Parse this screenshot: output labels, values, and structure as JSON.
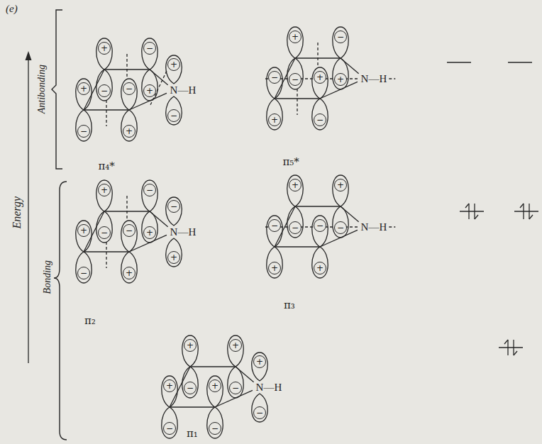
{
  "diagram": {
    "nodes": [
      {
        "text": [
          "+"
        ]
      },
      {
        "text": [
          "−"
        ]
      },
      {
        "text": [
          "−"
        ]
      },
      {
        "text": [
          "+"
        ]
      },
      {
        "text": [
          "+"
        ]
      },
      {
        "text": [
          "−"
        ]
      },
      {
        "text": [
          "+"
        ]
      },
      {
        "text": [
          "−"
        ]
      },
      {
        "text": [
          "−"
        ]
      },
      {
        "text": [
          "+"
        ]
      },
      {
        "text": [
          "+"
        ]
      },
      {
        "text": [
          "−"
        ]
      },
      {
        "text": [
          "−"
        ]
      },
      {
        "text": [
          "+"
        ]
      },
      {
        "text": [
          "−"
        ]
      },
      {
        "text": [
          "+"
        ]
      },
      {
        "text": [
          "+"
        ]
      },
      {
        "text": [
          "−"
        ]
      },
      {
        "text": [
          "+"
        ]
      },
      {
        "text": [
          "−"
        ]
      },
      {
        "text": [
          "−"
        ]
      },
      {
        "text": [
          "+"
        ]
      },
      {
        "text": [
          "−"
        ]
      },
      {
        "text": [
          "+"
        ]
      },
      {
        "text": [
          "+"
        ]
      },
      {
        "text": [
          "−"
        ]
      },
      {
        "text": [
          "−"
        ]
      },
      {
        "text": [
          "+"
        ]
      },
      {
        "text": [
          "+"
        ]
      },
      {
        "text": [
          "−"
        ]
      },
      {
        "text": [
          "+"
        ]
      },
      {
        "text": [
          "−"
        ]
      },
      {
        "text": [
          "−"
        ]
      },
      {
        "text": [
          "+"
        ]
      },
      {
        "text": [
          "−"
        ]
      },
      {
        "text": [
          "+"
        ]
      },
      {
        "text": [
          "+"
        ]
      },
      {
        "text": [
          "−"
        ]
      },
      {
        "text": [
          "+"
        ]
      },
      {
        "text": [
          "−"
        ]
      },
      {
        "text": [
          "+"
        ]
      },
      {
        "text": [
          "−"
        ]
      },
      {
        "text": [
          "+"
        ]
      },
      {
        "text": [
          "−"
        ]
      },
      {
        "text": [
          "+"
        ]
      },
      {
        "text": [
          "−"
        ]
      }
    ],
    "labels": [
      "(e)",
      "Antibonding",
      "N—H",
      "π₄*",
      "N—H",
      "π₅*",
      "Energy",
      "Bonding",
      "N—H",
      "π₂",
      "N—H",
      "π₃",
      "N—H",
      "π₁"
    ]
  }
}
